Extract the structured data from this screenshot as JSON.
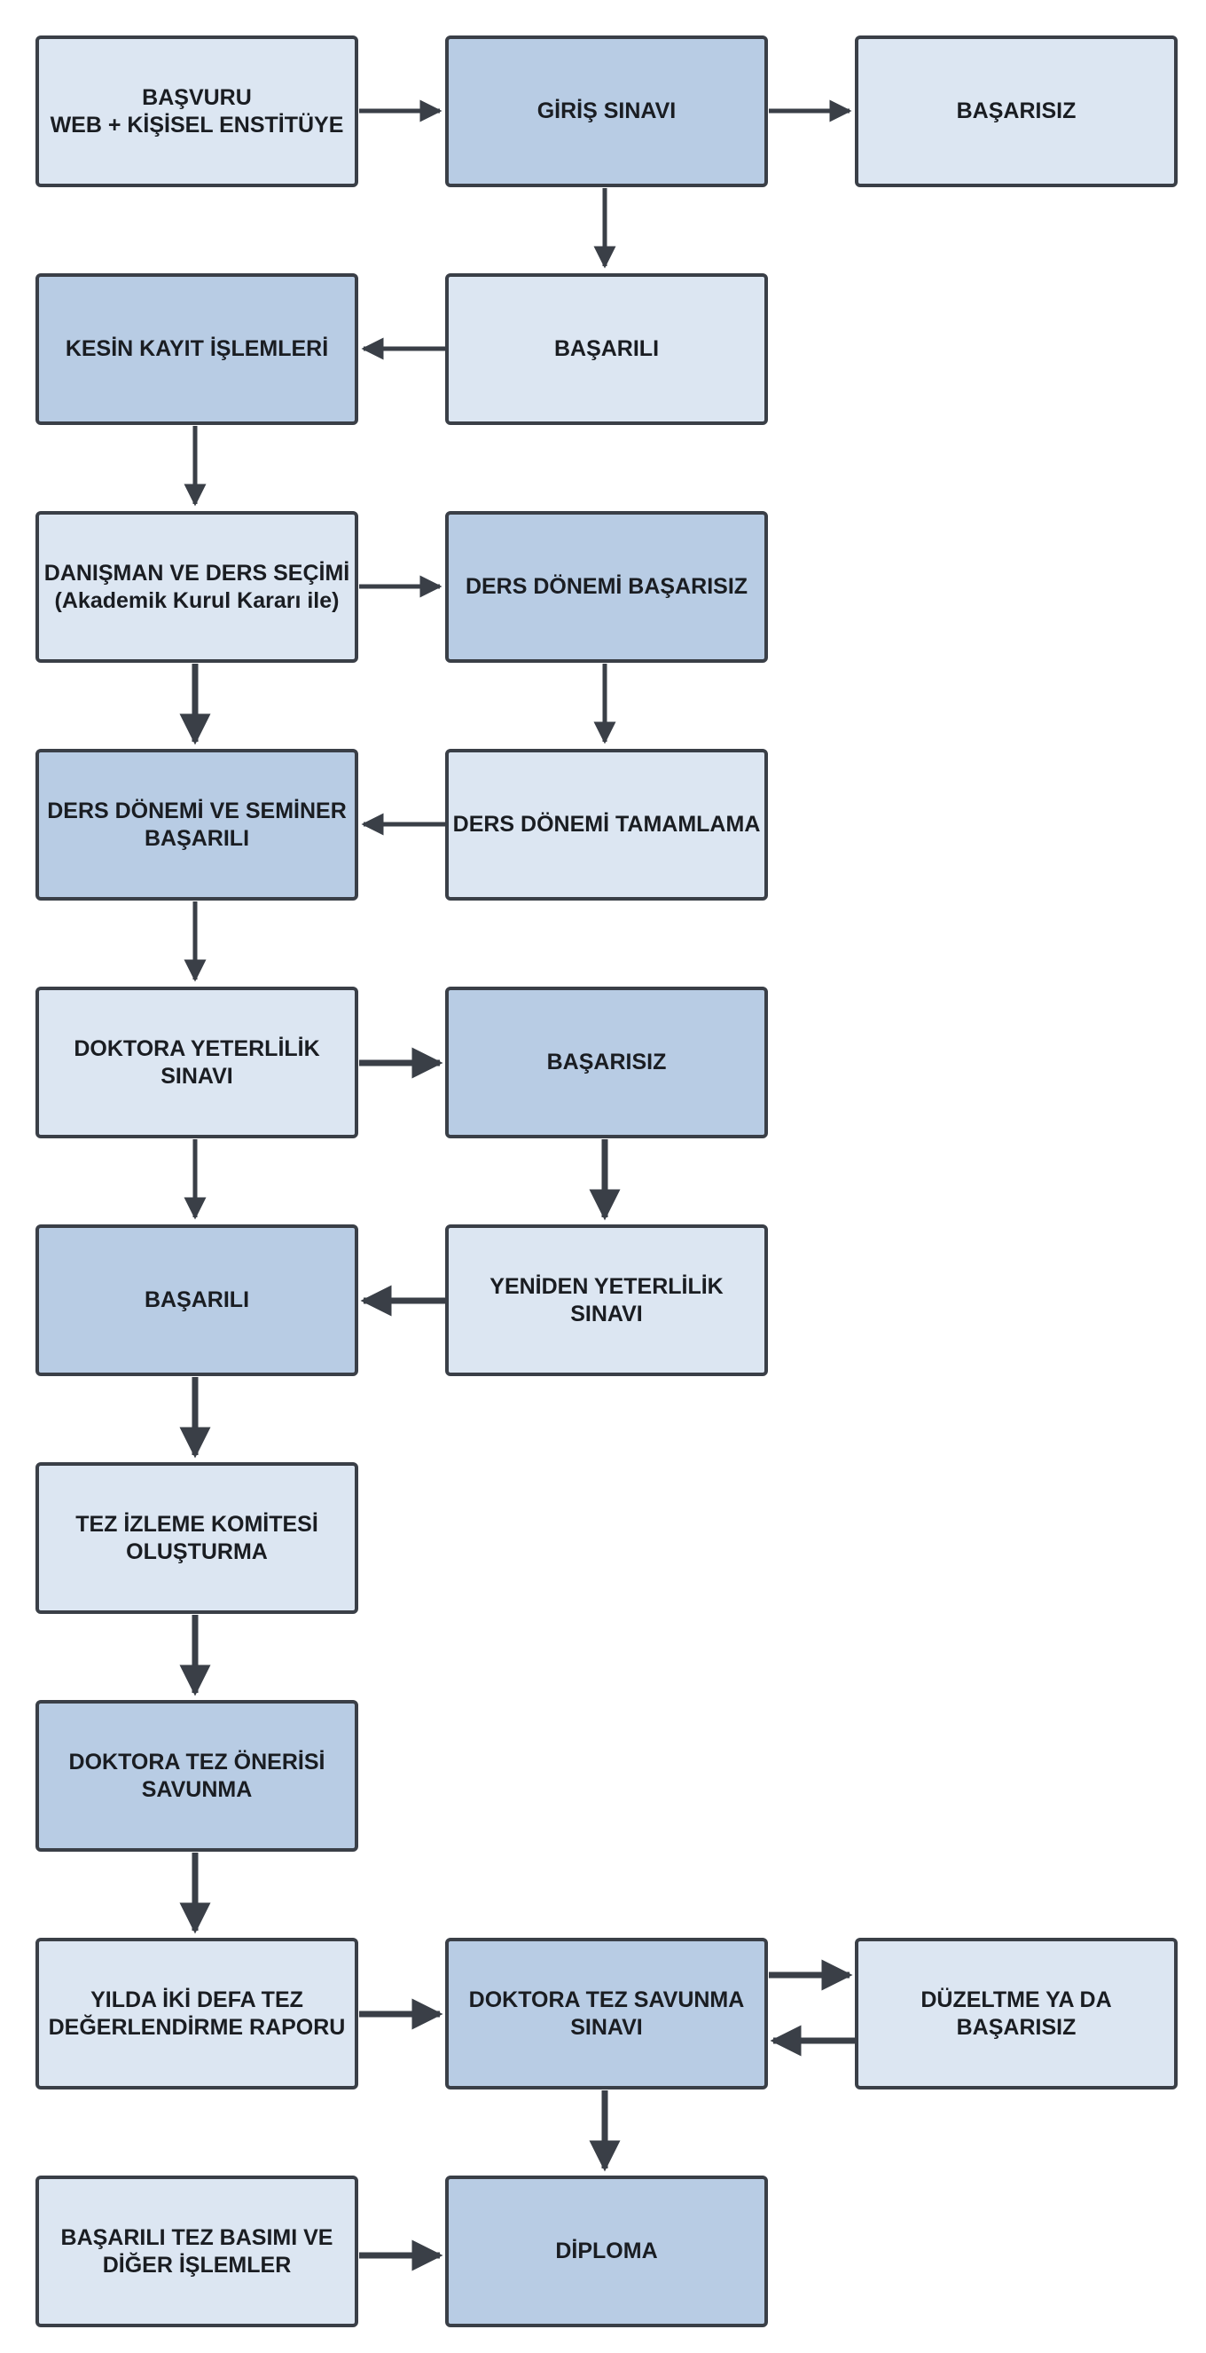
{
  "colors": {
    "light_fill": "#dce6f2",
    "dark_fill": "#b8cce4",
    "border": "#3a3f47",
    "arrow": "#3a3f47",
    "text": "#1a1d22"
  },
  "nodes": {
    "basvuru": {
      "lines": [
        "BAŞVURU",
        "WEB + KİŞİSEL ENSTİTÜYE"
      ]
    },
    "giris_sinavi": {
      "lines": [
        "GİRİŞ SINAVI"
      ]
    },
    "giris_basarisiz": {
      "lines": [
        "BAŞARISIZ"
      ]
    },
    "kesin_kayit": {
      "lines": [
        "KESİN KAYIT İŞLEMLERİ"
      ]
    },
    "giris_basarili": {
      "lines": [
        "BAŞARILI"
      ]
    },
    "danisman_ders": {
      "lines": [
        "DANIŞMAN VE DERS SEÇİMİ",
        "(Akademik Kurul Kararı ile)"
      ]
    },
    "ders_donemi_basarisiz": {
      "lines": [
        "DERS DÖNEMİ BAŞARISIZ"
      ]
    },
    "ders_seminer_basarili": {
      "lines": [
        "DERS DÖNEMİ VE SEMİNER",
        "BAŞARILI"
      ]
    },
    "ders_donemi_tamamlama": {
      "lines": [
        "DERS DÖNEMİ TAMAMLAMA"
      ]
    },
    "yeterlilik_sinavi": {
      "lines": [
        "DOKTORA YETERLİLİK",
        "SINAVI"
      ]
    },
    "yeterlilik_basarisiz": {
      "lines": [
        "BAŞARISIZ"
      ]
    },
    "yeterlilik_basarili": {
      "lines": [
        "BAŞARILI"
      ]
    },
    "yeniden_yeterlilik": {
      "lines": [
        "YENİDEN YETERLİLİK",
        "SINAVI"
      ]
    },
    "tez_izleme": {
      "lines": [
        "TEZ İZLEME KOMİTESİ",
        "OLUŞTURMA"
      ]
    },
    "tez_onerisi": {
      "lines": [
        "DOKTORA TEZ ÖNERİSİ",
        "SAVUNMA"
      ]
    },
    "tez_raporu": {
      "lines": [
        "YILDA İKİ DEFA TEZ",
        "DEĞERLENDİRME RAPORU"
      ]
    },
    "tez_savunma": {
      "lines": [
        "DOKTORA TEZ SAVUNMA",
        "SINAVI"
      ]
    },
    "duzeltme": {
      "lines": [
        "DÜZELTME YA DA",
        "BAŞARISIZ"
      ]
    },
    "tez_basimi": {
      "lines": [
        "BAŞARILI TEZ BASIMI VE",
        "DİĞER İŞLEMLER"
      ]
    },
    "diploma": {
      "lines": [
        "DİPLOMA"
      ]
    }
  }
}
